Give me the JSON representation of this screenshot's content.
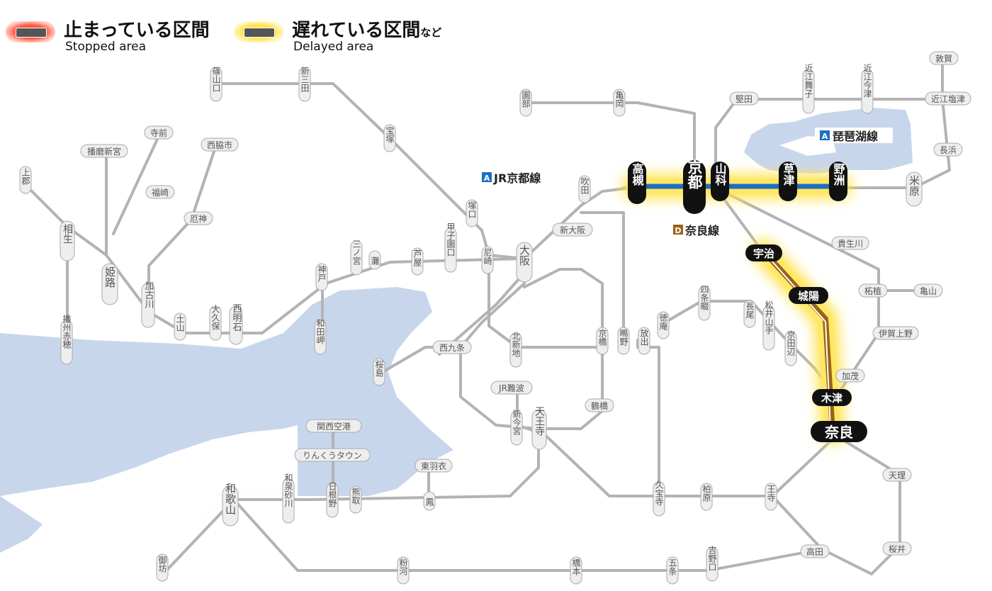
{
  "legend": {
    "stopped": {
      "ja": "止まっている区間",
      "en": "Stopped area",
      "color": "#ff4a35"
    },
    "delayed": {
      "ja": "遅れている区間",
      "ja_suffix": "など",
      "en": "Delayed area",
      "color": "#ffe030"
    }
  },
  "line_badges": {
    "biwako": {
      "letter": "A",
      "name": "琵琶湖線",
      "color": "#1a6fc1"
    },
    "kyoto": {
      "letter": "A",
      "name": "JR京都線",
      "color": "#1a6fc1"
    },
    "nara": {
      "letter": "D",
      "name": "奈良線",
      "color": "#9a6418"
    }
  },
  "colors": {
    "sea": "#c8d6ec",
    "track": "#b3b3b3",
    "station_fill": "#eeeeee",
    "station_text": "#555555",
    "biwako_line": "#1a6fc1",
    "nara_line": "#9a6418",
    "highlight_station": "#111111",
    "delay_glow": "#ffe24a"
  },
  "delayed_sections": [
    {
      "line": "琵琶湖線 / JR京都線",
      "from": "高槻",
      "to": "野洲"
    },
    {
      "line": "奈良線",
      "from": "宇治",
      "to": "奈良"
    }
  ],
  "stations": {
    "sasayamaguchi": "篠山口",
    "shinsanda": "新三田",
    "takarazuka": "宝塚",
    "sonobe": "園部",
    "kameoka": "亀岡",
    "katata": "堅田",
    "omimaiko": "近江舞子",
    "omiimazu": "近江今津",
    "tsuruga": "敦賀",
    "omishiotsu": "近江塩津",
    "nagahama": "長浜",
    "maibara": "米原",
    "kameyama": "亀山",
    "kazamiyama": "柘植",
    "iga": "伊賀上野",
    "kibukawa": "貴生川",
    "kamo": "加茂",
    "tenri": "天理",
    "sakurai": "桜井",
    "takada": "高田",
    "oji": "王寺",
    "kashiwara": "柏原",
    "kyuhoji": "久宝寺",
    "hanaten": "放出",
    "shigino": "鴫野",
    "kyobashi": "京橋",
    "tsurahashi": "鶴橋",
    "tennoji": "天王寺",
    "shinimamiya": "新今宮",
    "jrnamba": "JR難波",
    "nishikujo": "西九条",
    "sakurajima": "桜島",
    "kitashinchi": "北新地",
    "osaka": "大阪",
    "shinosaka": "新大阪",
    "suita": "吹田",
    "tsukaguchi": "塚口",
    "amagasaki": "尼崎",
    "koshienguchi": "甲子園口",
    "ashiya": "芦屋",
    "nada": "灘",
    "sannomiya": "三ノ宮",
    "kobe": "神戸",
    "wadamisaki": "和田岬",
    "nishiakashi": "西明石",
    "okubo": "大久保",
    "tsuchiyama": "土山",
    "kakogawa": "加古川",
    "yakujin": "厄神",
    "nishiwakishi": "西脇市",
    "fukusaki": "福崎",
    "teramae": "寺前",
    "harimashinguu": "播磨新宮",
    "kamigori": "上郡",
    "aioi": "相生",
    "himeji": "姫路",
    "banshuako": "播州赤穂",
    "kansaikuko": "関西空港",
    "rinku": "りんくうタウン",
    "hineno": "日根野",
    "kumatori": "熊取",
    "izumisunagawa": "和泉砂川",
    "wakayama": "和歌山",
    "gobo": "御坊",
    "konakawa": "粉河",
    "hashimoto": "橋本",
    "gojo": "五条",
    "yoshinoguchi": "吉野口",
    "higashihagoromo": "東羽衣",
    "otori": "鳳",
    "shijonawate": "四条畷",
    "tokuan": "徳庵",
    "nagao": "長尾",
    "matsuiyamate": "松井山手",
    "kyotanabe": "京田辺",
    "takatsuki": "高槻",
    "kyoto": "京都",
    "yamashina": "山科",
    "kusatsu": "草津",
    "yasu": "野洲",
    "uji": "宇治",
    "joyo": "城陽",
    "kizu": "木津",
    "nara": "奈良"
  }
}
